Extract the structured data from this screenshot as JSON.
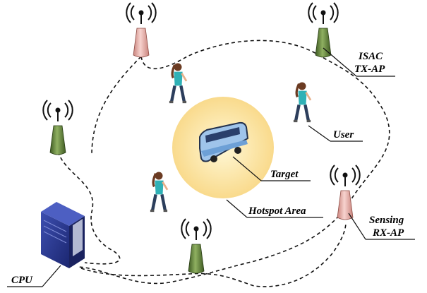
{
  "labels": {
    "isac_line1": "ISAC",
    "isac_line2": "TX-AP",
    "user": "User",
    "target": "Target",
    "hotspot": "Hotspot Area",
    "sensing_line1": "Sensing",
    "sensing_line2": "RX-AP",
    "cpu": "CPU"
  },
  "colors": {
    "isac_ap": "#5f7d3a",
    "sensing_ap": "#e3a8a2",
    "hotspot_center": "#fff6c8",
    "hotspot_edge": "#f8d98a",
    "cpu": "#2a3a8c"
  }
}
